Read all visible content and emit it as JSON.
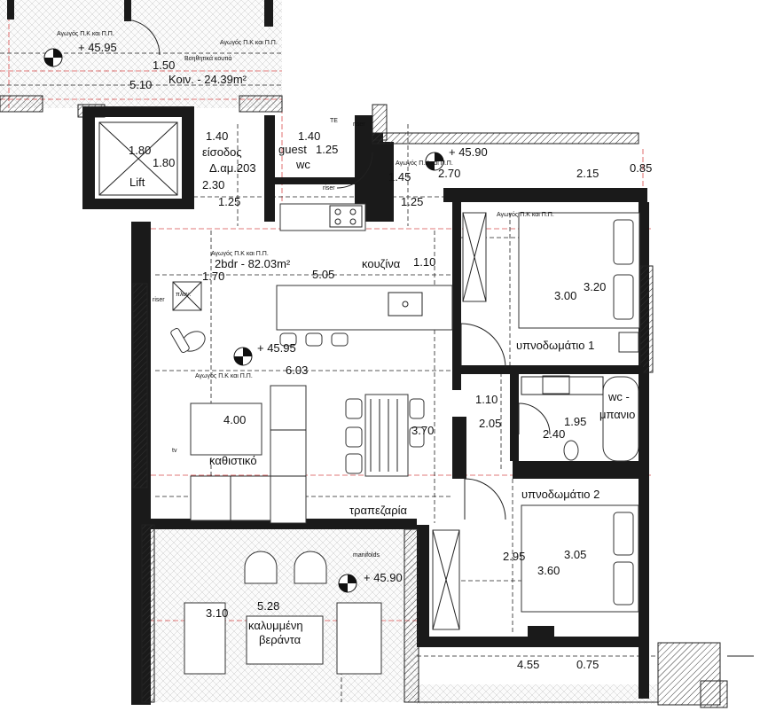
{
  "plan": {
    "common_area": {
      "label": "Κοιν. - 24.39m²",
      "dims": [
        "1.50",
        "5.10"
      ],
      "level": "+ 45.95",
      "notes": [
        "Αγωγός Π.Κ και Π.Π.",
        "Αγωγός Π.Κ και Π.Π.",
        "Βοηθητικά κουτιά"
      ]
    },
    "lift": {
      "label": "Lift",
      "dims": [
        "1.80",
        "1.80"
      ]
    },
    "entrance": {
      "label": "είσοδος",
      "code": "Δ.αμ.203",
      "dims": [
        "1.40",
        "2.30",
        "1.25"
      ]
    },
    "guest_wc": {
      "label": "guest",
      "wc": "wc",
      "dims": [
        "1.40",
        "1.25"
      ],
      "tags": [
        "riser",
        "riser",
        "TE"
      ]
    },
    "shaft_right": {
      "level": "+ 45.90",
      "dims": [
        "2.70",
        "1.45",
        "1.25"
      ],
      "note": "Αγωγός Π.Κ και Π.Π."
    },
    "outer_right": {
      "dims": [
        "2.15",
        "0.85"
      ]
    },
    "apartment": {
      "label": "2bdr - 82.03m²",
      "note": "Αγωγός Π.Κ και Π.Π."
    },
    "kitchen": {
      "label": "κουζίνα",
      "dims": [
        "1.10",
        "1.70",
        "5.05"
      ],
      "tags": [
        "riser",
        "πλυν."
      ]
    },
    "living": {
      "label": "καθιστικό",
      "level": "+ 45.95",
      "dims": [
        "6.03",
        "4.00"
      ],
      "note": "Αγωγός Π.Κ και Π.Π.",
      "tv": "tv"
    },
    "dining": {
      "label": "τραπεζαρία",
      "dims": [
        "3.70"
      ]
    },
    "bedroom1": {
      "label": "υπνοδωμάτιο 1",
      "dims": [
        "3.00",
        "3.20"
      ],
      "note": "Αγωγός Π.Κ και Π.Π."
    },
    "hall": {
      "dims": [
        "1.10",
        "2.05"
      ]
    },
    "bathroom": {
      "label_top": "wc -",
      "label_bottom": "μπανιο",
      "dims": [
        "1.95",
        "2.40"
      ]
    },
    "bedroom2": {
      "label": "υπνοδωμάτιο 2",
      "dims": [
        "2.95",
        "3.05",
        "3.60"
      ]
    },
    "veranda": {
      "label_top": "καλυμμένη",
      "label_bottom": "βεράντα",
      "level": "+ 45.90",
      "dims": [
        "3.10",
        "5.28"
      ],
      "tag": "manifolds"
    },
    "bottom_dims": [
      "4.55",
      "0.75"
    ]
  }
}
